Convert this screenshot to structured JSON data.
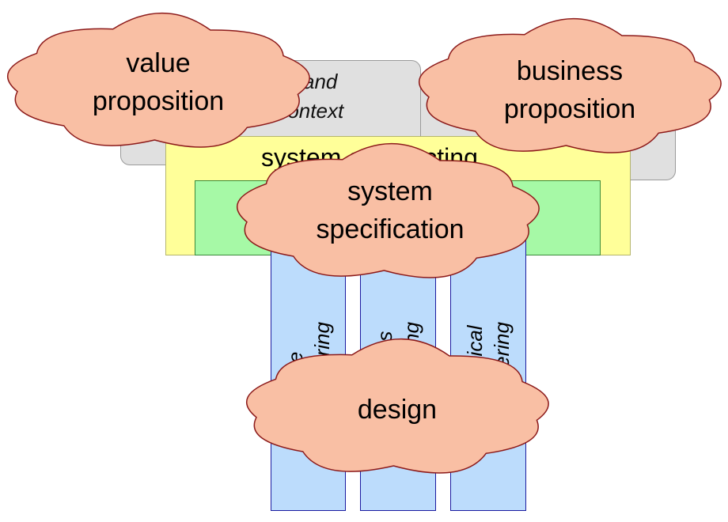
{
  "context_box": {
    "line1": "and",
    "line2": "er context"
  },
  "architecting_box": {
    "title": "system architecting"
  },
  "columns": [
    {
      "line1": "software",
      "line2": "engineering"
    },
    {
      "line1": "electronics",
      "line2": "engineering"
    },
    {
      "line1": "mechanical",
      "line2": "engineering"
    }
  ],
  "clouds": {
    "value": {
      "line1": "value",
      "line2": "proposition"
    },
    "business": {
      "line1": "business",
      "line2": "proposition"
    },
    "system": {
      "line1": "system",
      "line2": "specification"
    },
    "design": {
      "line1": "design"
    }
  },
  "colors": {
    "cloud_fill": "#f9bfa4",
    "cloud_stroke": "#8c1a1a",
    "context_grey": "#e0e0e0",
    "architecting_yellow": "#ffff99",
    "specification_green": "#a6f9a6",
    "engineering_blue": "#bcdcfc"
  }
}
